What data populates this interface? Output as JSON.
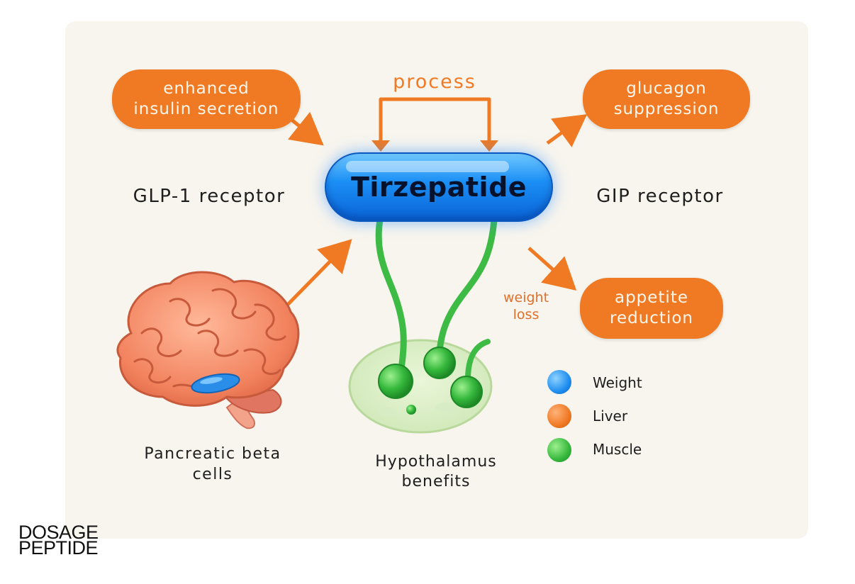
{
  "diagram": {
    "center_label": "Tirzepatide",
    "process_label": "process",
    "left_receptor_label": "GLP-1 receptor",
    "right_receptor_label": "GIP receptor",
    "effect_boxes": {
      "insulin": "enhanced\ninsulin secretion",
      "glucagon": "glucagon\nsuppression",
      "appetite": "appetite\nreduction"
    },
    "weight_loss_label": "weight\nloss",
    "organ_labels": {
      "pancreas": "Pancreatic beta\ncells",
      "hypothalamus": "Hypothalamus\nbenefits"
    }
  },
  "legend": [
    {
      "label": "Weight",
      "color": "#1f8ef0"
    },
    {
      "label": "Liver",
      "color": "#f07a23"
    },
    {
      "label": "Muscle",
      "color": "#33b53a"
    }
  ],
  "watermark": {
    "line1": "DOSAGE",
    "line2": "PEPTIDE"
  },
  "colors": {
    "accent_orange": "#f07a23",
    "capsule_blue": "#1b8ff5",
    "receptor_green": "#3dbb45"
  }
}
